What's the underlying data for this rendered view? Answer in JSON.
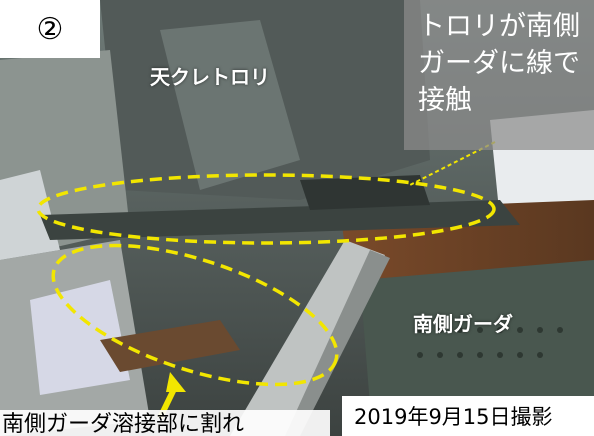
{
  "labels": {
    "photo_number": "②",
    "upper_component": "天クレトロリ",
    "contact_note": [
      "トロリが南側",
      "ガーダに線で",
      "接触"
    ],
    "girder": "南側ガーダ",
    "date_stamp": "2019年9月15日撮影",
    "crack_note": "南側ガーダ溶接部に割れ"
  },
  "colors": {
    "highlight": "#f2e600",
    "arrow": "#f2e600"
  }
}
